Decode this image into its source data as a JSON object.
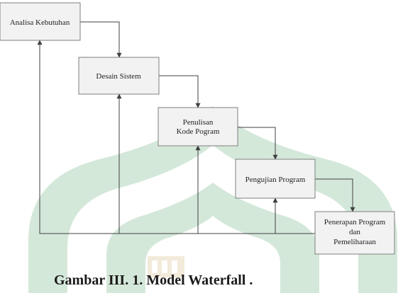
{
  "diagram": {
    "type": "waterfall-flow",
    "colors": {
      "box_fill": "#f2f2f2",
      "box_stroke": "#7f7f7f",
      "arrow": "#404040",
      "watermark_green": "#3f9a5a",
      "watermark_gold": "#c9a15a"
    },
    "stages": [
      {
        "id": "analisa",
        "lines": [
          "Analisa Kebutuhan"
        ]
      },
      {
        "id": "desain",
        "lines": [
          "Desain Sistem"
        ]
      },
      {
        "id": "penulisan",
        "lines": [
          "Penulisan",
          "Kode Pogram"
        ]
      },
      {
        "id": "pengujian",
        "lines": [
          "Pengujian Program"
        ]
      },
      {
        "id": "penerapan",
        "lines": [
          "Penerapan Program",
          "dan",
          "Pemeliharaan"
        ]
      }
    ]
  },
  "caption": "Gambar III. 1. Model Waterfall ."
}
